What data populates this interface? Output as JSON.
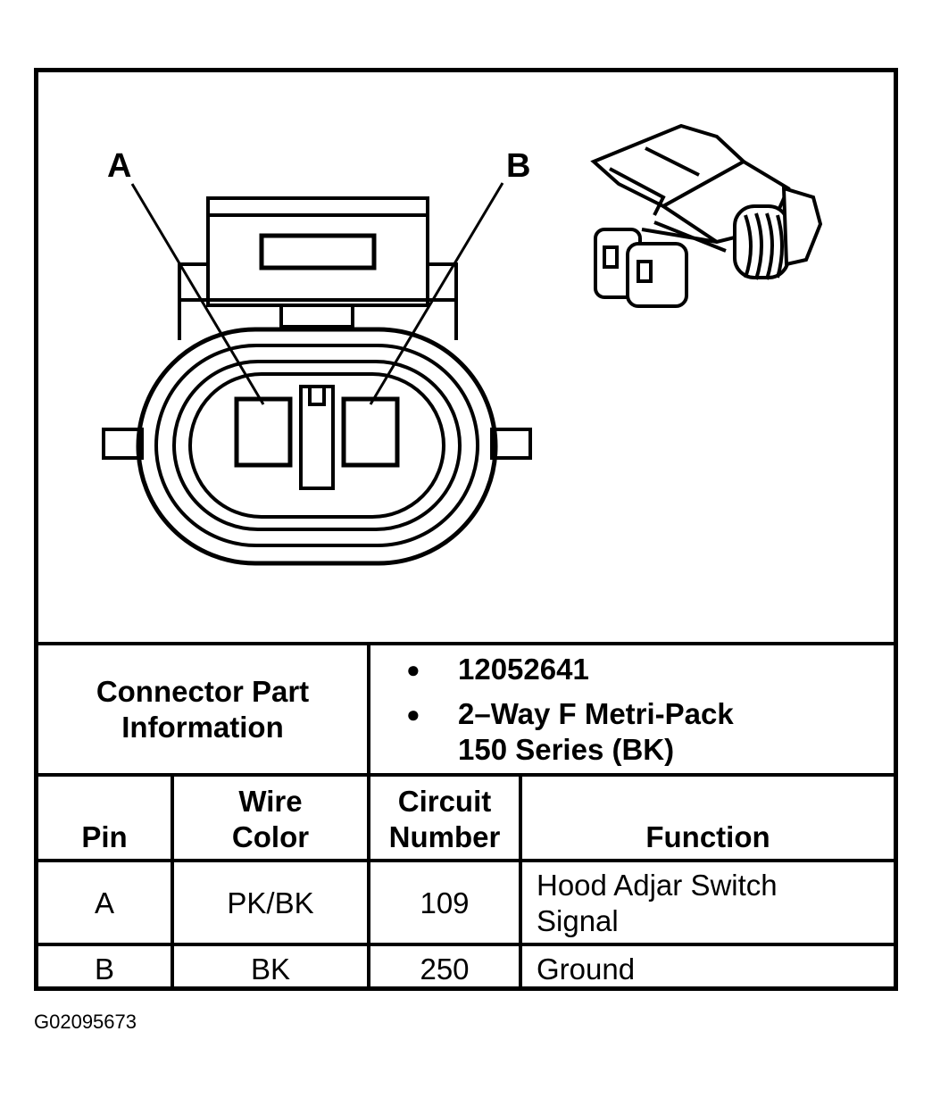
{
  "diagram": {
    "pin_labels": [
      "A",
      "B"
    ]
  },
  "info": {
    "label": "Connector Part\nInformation",
    "items": [
      "12052641",
      "2–Way F Metri-Pack",
      "150 Series (BK)"
    ]
  },
  "table": {
    "headers": {
      "pin": "Pin",
      "wire_color": "Wire\nColor",
      "circuit_number": "Circuit\nNumber",
      "function": "Function"
    },
    "rows": [
      {
        "pin": "A",
        "wire_color": "PK/BK",
        "circuit": "109",
        "function_line1": "Hood Adjar Switch",
        "function_line2": "Signal"
      },
      {
        "pin": "B",
        "wire_color": "BK",
        "circuit": "250",
        "function_line1": "Ground",
        "function_line2": ""
      }
    ]
  },
  "footer": {
    "figure_id": "G02095673"
  }
}
